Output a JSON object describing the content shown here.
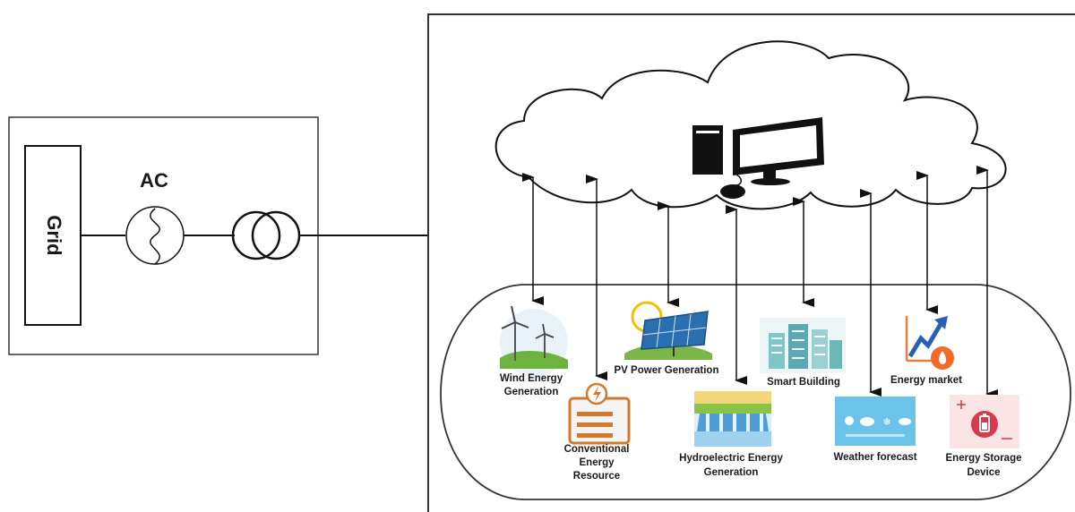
{
  "grid": {
    "label": "Grid"
  },
  "ac": {
    "label": "AC"
  },
  "nodes": {
    "wind": {
      "label_line1": "Wind Energy",
      "label_line2": "Generation"
    },
    "conventional": {
      "label_line1": "Conventional",
      "label_line2": "Energy",
      "label_line3": "Resource"
    },
    "pv": {
      "label": "PV Power Generation"
    },
    "hydro": {
      "label_line1": "Hydroelectric Energy",
      "label_line2": "Generation"
    },
    "smart_building": {
      "label": "Smart Building"
    },
    "weather": {
      "label": "Weather forecast"
    },
    "energy_market": {
      "label": "Energy market"
    },
    "storage": {
      "label_line1": "Energy Storage",
      "label_line2": "Device"
    }
  }
}
